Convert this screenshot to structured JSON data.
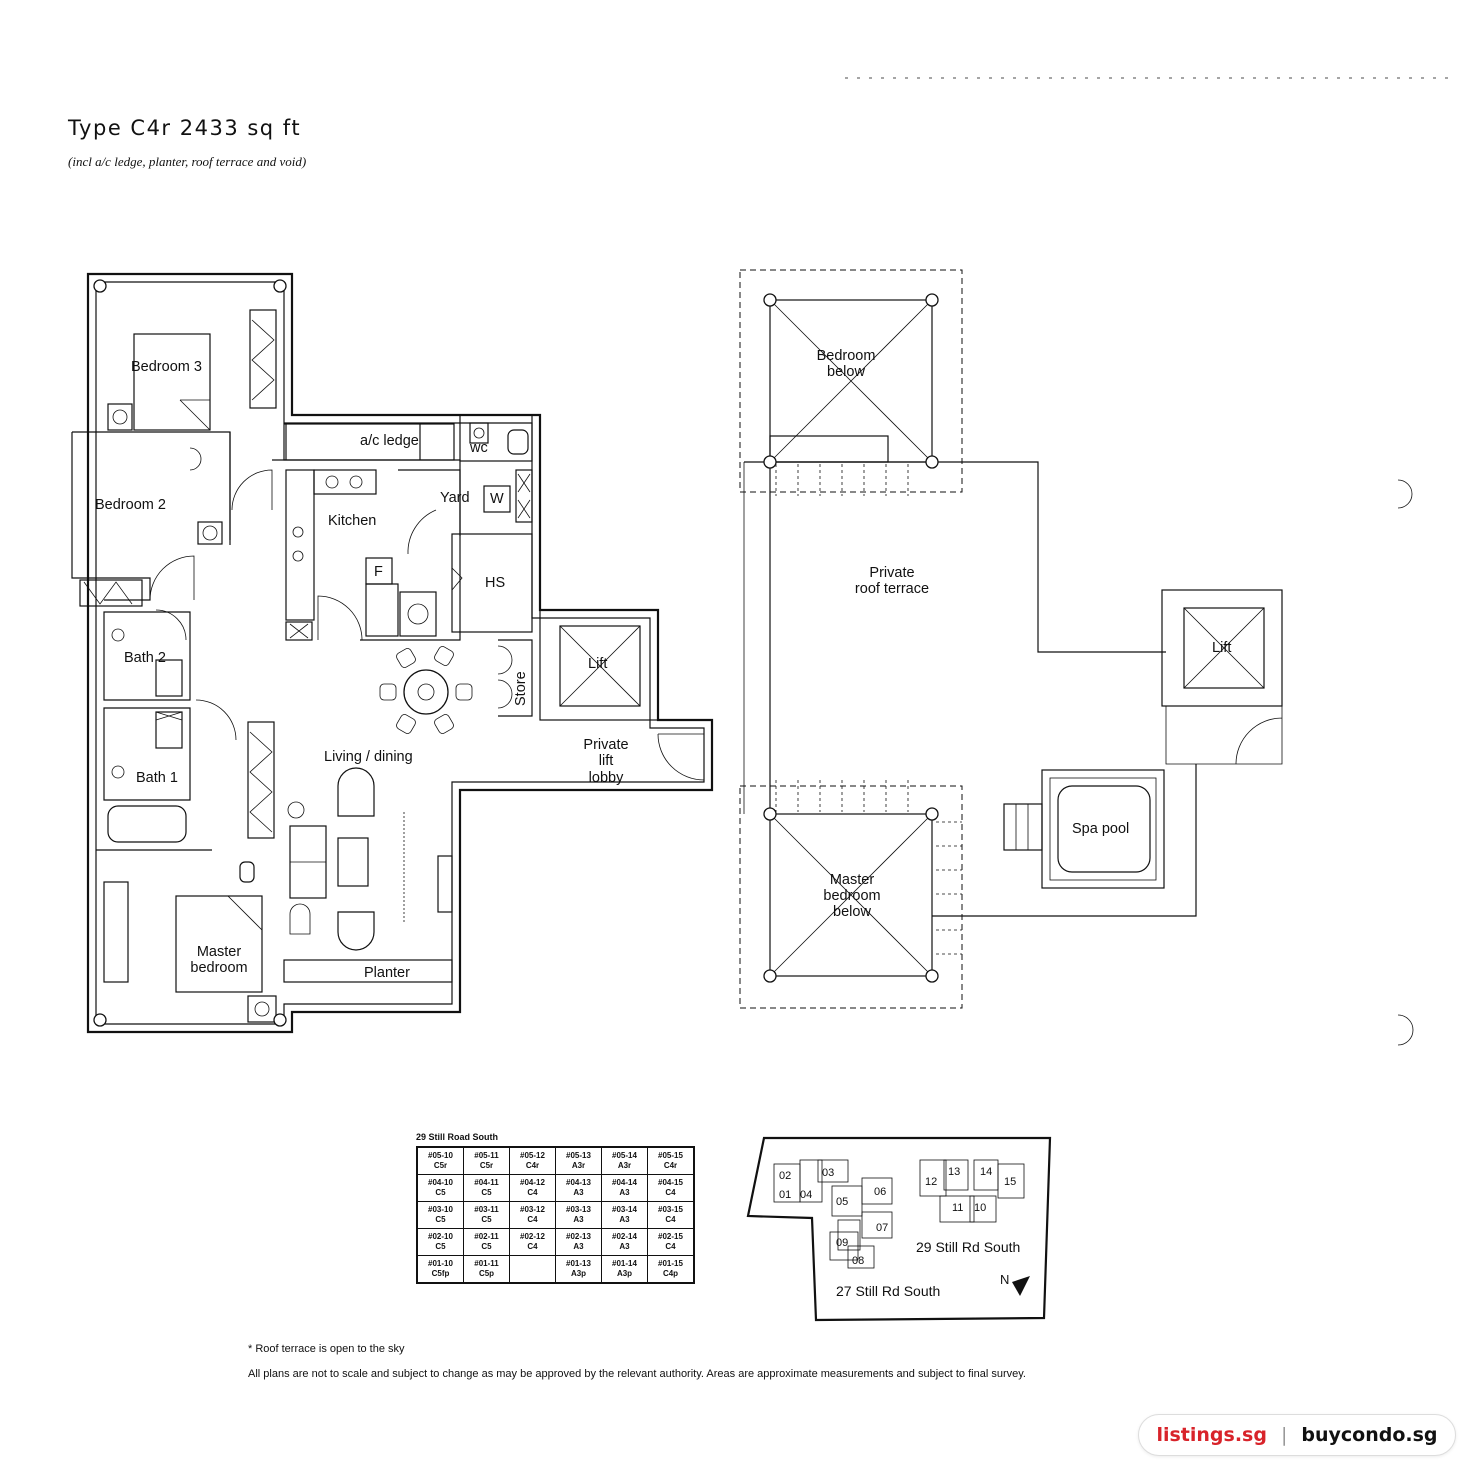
{
  "title": "Type C4r 2433 sq ft",
  "subtitle": "(incl a/c ledge, planter, roof terrace and void)",
  "rooms": {
    "bedroom3": "Bedroom 3",
    "bedroom2": "Bedroom 2",
    "ac_ledge": "a/c ledge",
    "wc": "wc",
    "yard": "Yard",
    "washer": "W",
    "kitchen": "Kitchen",
    "fridge": "F",
    "hs": "HS",
    "bath2": "Bath 2",
    "bath1": "Bath 1",
    "store": "Store",
    "lift": "Lift",
    "living_dining": "Living / dining",
    "private_lift_lobby": [
      "Private",
      "lift",
      "lobby"
    ],
    "master_bedroom": [
      "Master",
      "bedroom"
    ],
    "planter": "Planter"
  },
  "roof": {
    "bedroom_below": [
      "Bedroom",
      "below"
    ],
    "private_roof_terrace": [
      "Private",
      "roof terrace"
    ],
    "lift": "Lift",
    "spa_pool": "Spa pool",
    "master_bedroom_below": [
      "Master",
      "bedroom",
      "below"
    ]
  },
  "unit_table": {
    "title": "29 Still Road South",
    "rows": [
      [
        [
          "#05-10",
          "C5r"
        ],
        [
          "#05-11",
          "C5r"
        ],
        [
          "#05-12",
          "C4r"
        ],
        [
          "#05-13",
          "A3r"
        ],
        [
          "#05-14",
          "A3r"
        ],
        [
          "#05-15",
          "C4r"
        ]
      ],
      [
        [
          "#04-10",
          "C5"
        ],
        [
          "#04-11",
          "C5"
        ],
        [
          "#04-12",
          "C4"
        ],
        [
          "#04-13",
          "A3"
        ],
        [
          "#04-14",
          "A3"
        ],
        [
          "#04-15",
          "C4"
        ]
      ],
      [
        [
          "#03-10",
          "C5"
        ],
        [
          "#03-11",
          "C5"
        ],
        [
          "#03-12",
          "C4"
        ],
        [
          "#03-13",
          "A3"
        ],
        [
          "#03-14",
          "A3"
        ],
        [
          "#03-15",
          "C4"
        ]
      ],
      [
        [
          "#02-10",
          "C5"
        ],
        [
          "#02-11",
          "C5"
        ],
        [
          "#02-12",
          "C4"
        ],
        [
          "#02-13",
          "A3"
        ],
        [
          "#02-14",
          "A3"
        ],
        [
          "#02-15",
          "C4"
        ]
      ],
      [
        [
          "#01-10",
          "C5fp"
        ],
        [
          "#01-11",
          "C5p"
        ],
        [
          "",
          ""
        ],
        [
          "#01-13",
          "A3p"
        ],
        [
          "#01-14",
          "A3p"
        ],
        [
          "#01-15",
          "C4p"
        ]
      ]
    ]
  },
  "site_plan": {
    "block_numbers": [
      "02",
      "03",
      "01",
      "04",
      "05",
      "06",
      "07",
      "09",
      "08",
      "12",
      "13",
      "14",
      "15",
      "11",
      "10"
    ],
    "label_29": "29 Still Rd South",
    "label_27": "27 Still Rd South",
    "north": "N"
  },
  "notes": {
    "roof_note": "* Roof terrace is open to the sky",
    "disclaimer": "All plans are not to scale and subject to change as may be approved by the relevant authority. Areas are approximate measurements and subject to final survey."
  },
  "brand": {
    "left": "listings.sg",
    "separator": "|",
    "right": "buycondo.sg"
  }
}
